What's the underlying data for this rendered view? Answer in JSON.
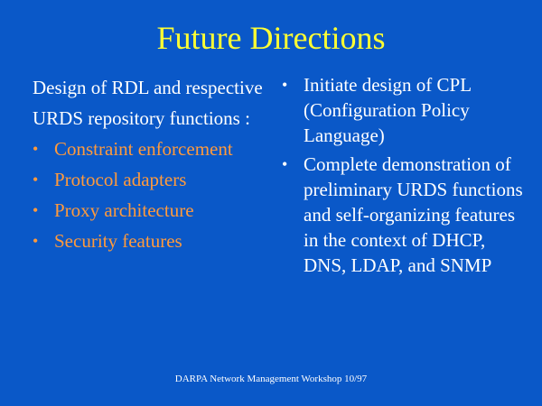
{
  "slide": {
    "title": "Future Directions",
    "left": {
      "intro": "Design of RDL and respective URDS repository functions :",
      "items": [
        "Constraint enforcement",
        "Protocol adapters",
        "Proxy architecture",
        "Security features"
      ]
    },
    "right": {
      "items": [
        "Initiate design of CPL (Configuration Policy Language)",
        "Complete demonstration of preliminary URDS functions and self-organizing features in the context of DHCP, DNS, LDAP, and SNMP"
      ]
    },
    "footer": "DARPA Network Management Workshop 10/97",
    "bullet_glyph": "•",
    "colors": {
      "background": "#0a58c8",
      "title": "#ffff33",
      "accent": "#ff9a3c",
      "text": "#ffffff"
    }
  }
}
